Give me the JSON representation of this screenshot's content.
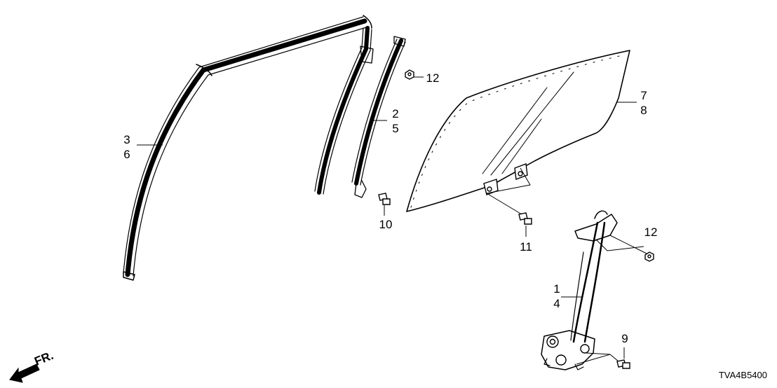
{
  "diagram": {
    "code": "TVA4B5400",
    "front_label": "FR.",
    "callouts": {
      "c1": "1",
      "c2": "2",
      "c3": "3",
      "c4": "4",
      "c5": "5",
      "c6": "6",
      "c7": "7",
      "c8": "8",
      "c9": "9",
      "c10": "10",
      "c11": "11",
      "c12a": "12",
      "c12b": "12"
    }
  }
}
